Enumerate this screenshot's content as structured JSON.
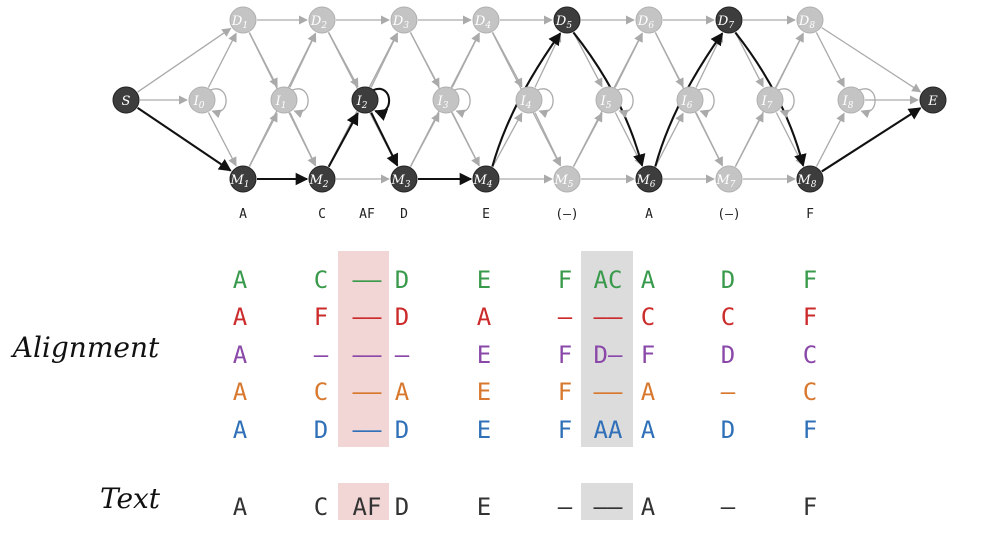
{
  "model": {
    "start_label": "S",
    "end_label": "E",
    "delete_states": [
      {
        "letter": "D",
        "index": "1",
        "on_path": false
      },
      {
        "letter": "D",
        "index": "2",
        "on_path": false
      },
      {
        "letter": "D",
        "index": "3",
        "on_path": false
      },
      {
        "letter": "D",
        "index": "4",
        "on_path": false
      },
      {
        "letter": "D",
        "index": "5",
        "on_path": true
      },
      {
        "letter": "D",
        "index": "6",
        "on_path": false
      },
      {
        "letter": "D",
        "index": "7",
        "on_path": true
      },
      {
        "letter": "D",
        "index": "8",
        "on_path": false
      }
    ],
    "insert_states": [
      {
        "letter": "I",
        "index": "0",
        "on_path": false
      },
      {
        "letter": "I",
        "index": "1",
        "on_path": false
      },
      {
        "letter": "I",
        "index": "2",
        "on_path": true
      },
      {
        "letter": "I",
        "index": "3",
        "on_path": false
      },
      {
        "letter": "I",
        "index": "4",
        "on_path": false
      },
      {
        "letter": "I",
        "index": "5",
        "on_path": false
      },
      {
        "letter": "I",
        "index": "6",
        "on_path": false
      },
      {
        "letter": "I",
        "index": "7",
        "on_path": false
      },
      {
        "letter": "I",
        "index": "8",
        "on_path": false
      }
    ],
    "match_states": [
      {
        "letter": "M",
        "index": "1",
        "on_path": true
      },
      {
        "letter": "M",
        "index": "2",
        "on_path": true
      },
      {
        "letter": "M",
        "index": "3",
        "on_path": true
      },
      {
        "letter": "M",
        "index": "4",
        "on_path": true
      },
      {
        "letter": "M",
        "index": "5",
        "on_path": false
      },
      {
        "letter": "M",
        "index": "6",
        "on_path": true
      },
      {
        "letter": "M",
        "index": "7",
        "on_path": false
      },
      {
        "letter": "M",
        "index": "8",
        "on_path": true
      }
    ],
    "path_emissions": [
      "A",
      "C",
      "AF",
      "D",
      "E",
      "(–)",
      "A",
      "(–)",
      "F"
    ]
  },
  "alignment": {
    "label": "Alignment",
    "rows": [
      {
        "color": "#3a9a4c",
        "cells": [
          "A",
          "C",
          "––",
          "D",
          "E",
          "F",
          "AC",
          "A",
          "D",
          "F"
        ]
      },
      {
        "color": "#cc2b2b",
        "cells": [
          "A",
          "F",
          "––",
          "D",
          "A",
          "–",
          "––",
          "C",
          "C",
          "F"
        ]
      },
      {
        "color": "#8a48a8",
        "cells": [
          "A",
          "–",
          "––",
          "–",
          "E",
          "F",
          "D–",
          "F",
          "D",
          "C"
        ]
      },
      {
        "color": "#d8782e",
        "cells": [
          "A",
          "C",
          "––",
          "A",
          "E",
          "F",
          "––",
          "A",
          "–",
          "C"
        ]
      },
      {
        "color": "#2f70b8",
        "cells": [
          "A",
          "D",
          "––",
          "D",
          "E",
          "F",
          "AA",
          "A",
          "D",
          "F"
        ]
      }
    ]
  },
  "text_row": {
    "label": "Text",
    "color": "#333333",
    "cells": [
      "A",
      "C",
      "AF",
      "D",
      "E",
      "–",
      "––",
      "A",
      "–",
      "F"
    ]
  },
  "colors": {
    "state_light": "#c4c4c4",
    "state_dark": "#3d3d3d",
    "arrow_light": "#aaaaaa",
    "arrow_dark": "#111111",
    "insert_highlight": "#f2d6d6",
    "delete_highlight": "#dcdcdc"
  }
}
